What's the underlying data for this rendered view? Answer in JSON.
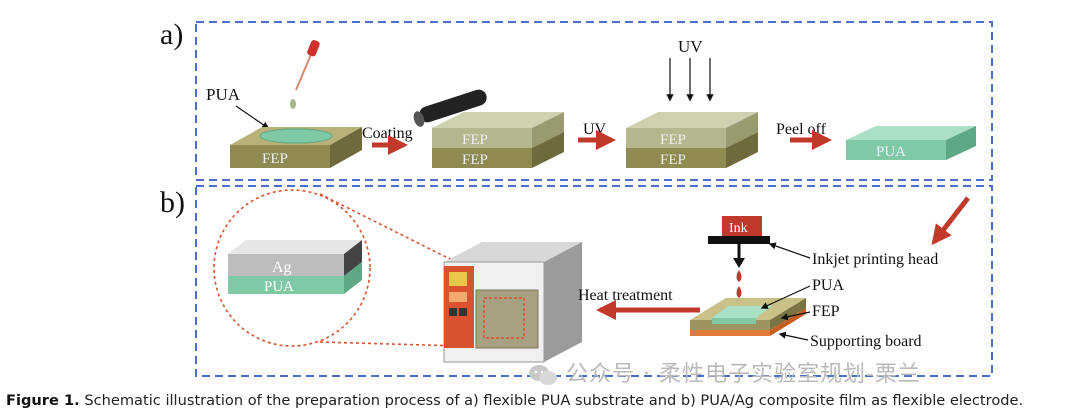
{
  "panels": {
    "a": "a)",
    "b": "b)"
  },
  "panel_a": {
    "pua_label": "PUA",
    "fep_label": "FEP",
    "step_coating": "Coating",
    "step_uv": "UV",
    "uv_top": "UV",
    "step_peel": "Peel off",
    "result_pua": "PUA"
  },
  "panel_b": {
    "ink": "Ink",
    "inkjet_head": "Inkjet printing head",
    "pua": "PUA",
    "fep": "FEP",
    "supporting_board": "Supporting board",
    "heat_treatment": "Heat treatment",
    "ag": "Ag",
    "pua_layer": "PUA"
  },
  "caption": {
    "label": "Figure 1.",
    "text": "Schematic illustration of the preparation process of a) flexible PUA substrate and b) PUA/Ag composite film as flexible electrode."
  },
  "watermark": "公众号 · 柔性电子实验室规划-栗兰",
  "colors": {
    "dashed_frame": "#4a6fc9",
    "arrow": "#c0392b",
    "fep_block": "#8f8a52",
    "pua_green": "#7fc9a6",
    "ink_red": "#c0392b"
  }
}
